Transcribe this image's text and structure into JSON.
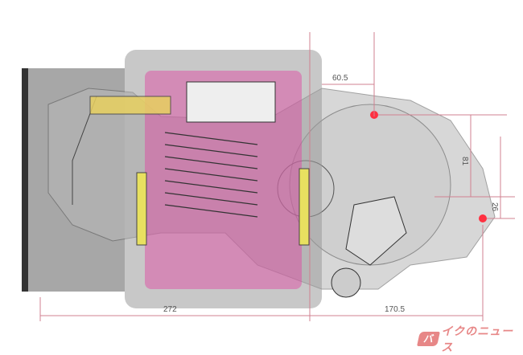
{
  "dimensions": {
    "top_offset": "60.5",
    "total_length": "272",
    "rear_length": "170.5",
    "vertical_upper": "81",
    "vertical_lower": "26"
  },
  "logo": {
    "mark": "バ",
    "text": "イクのニュース"
  },
  "colors": {
    "highlight_pink": "#e040a0",
    "yellow_parts": "#e8d060",
    "dimension_line": "#d08090",
    "pivot_dot": "#ff3040"
  }
}
